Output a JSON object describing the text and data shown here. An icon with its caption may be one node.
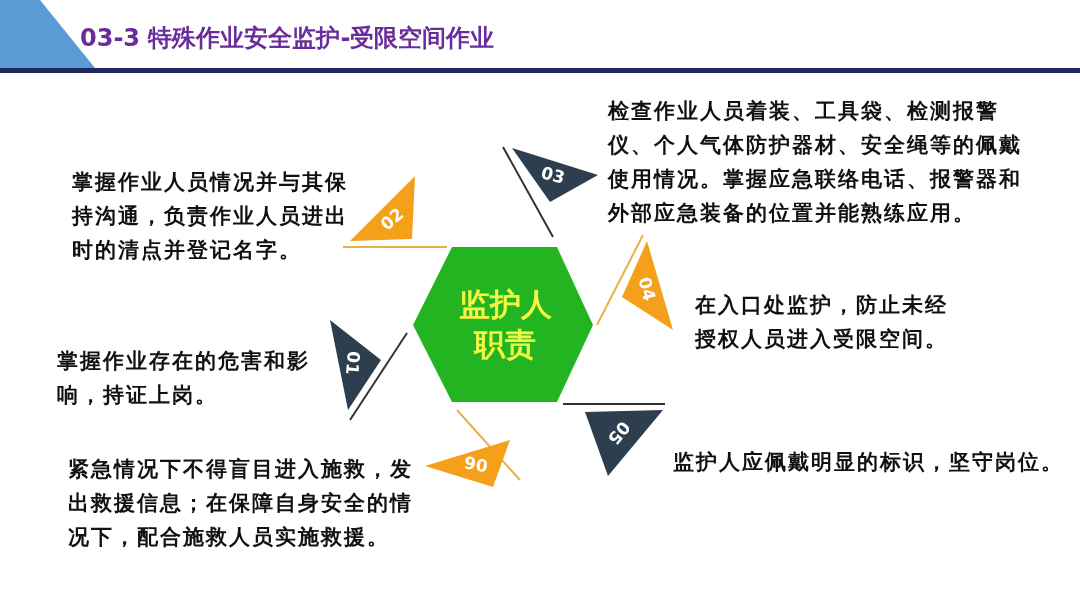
{
  "diagram": {
    "title": "03-3 特殊作业安全监护-受限空间作业",
    "nodes": [
      {
        "text": [
          "监护人职责"
        ]
      },
      {
        "text": [
          "01"
        ],
        "beside": [
          "掌握作业存在的危害和影响，持证上岗。"
        ]
      },
      {
        "text": [
          "02"
        ],
        "beside": [
          "掌握作业人员情况并与其保持沟通，负责作业人员进出时的清点并登记名字。"
        ]
      },
      {
        "text": [
          "03"
        ],
        "beside": [
          "检查作业人员着装、工具袋、检测报警仪、个人气体防护器材、安全绳等的佩戴使用情况。掌握应急联络电话、报警器和外部应急装备的位置并能熟练应用。"
        ]
      },
      {
        "text": [
          "04"
        ],
        "beside": [
          "在入口处监护，防止未经授权人员进入受限空间。"
        ]
      },
      {
        "text": [
          "05"
        ],
        "beside": [
          "监护人应佩戴明显的标识，坚守岗位。"
        ]
      },
      {
        "text": [
          "06"
        ],
        "beside": [
          "紧急情况下不得盲目进入施救，发出救援信息；在保障自身安全的情况下，配合施救人员实施救援。"
        ]
      }
    ]
  }
}
